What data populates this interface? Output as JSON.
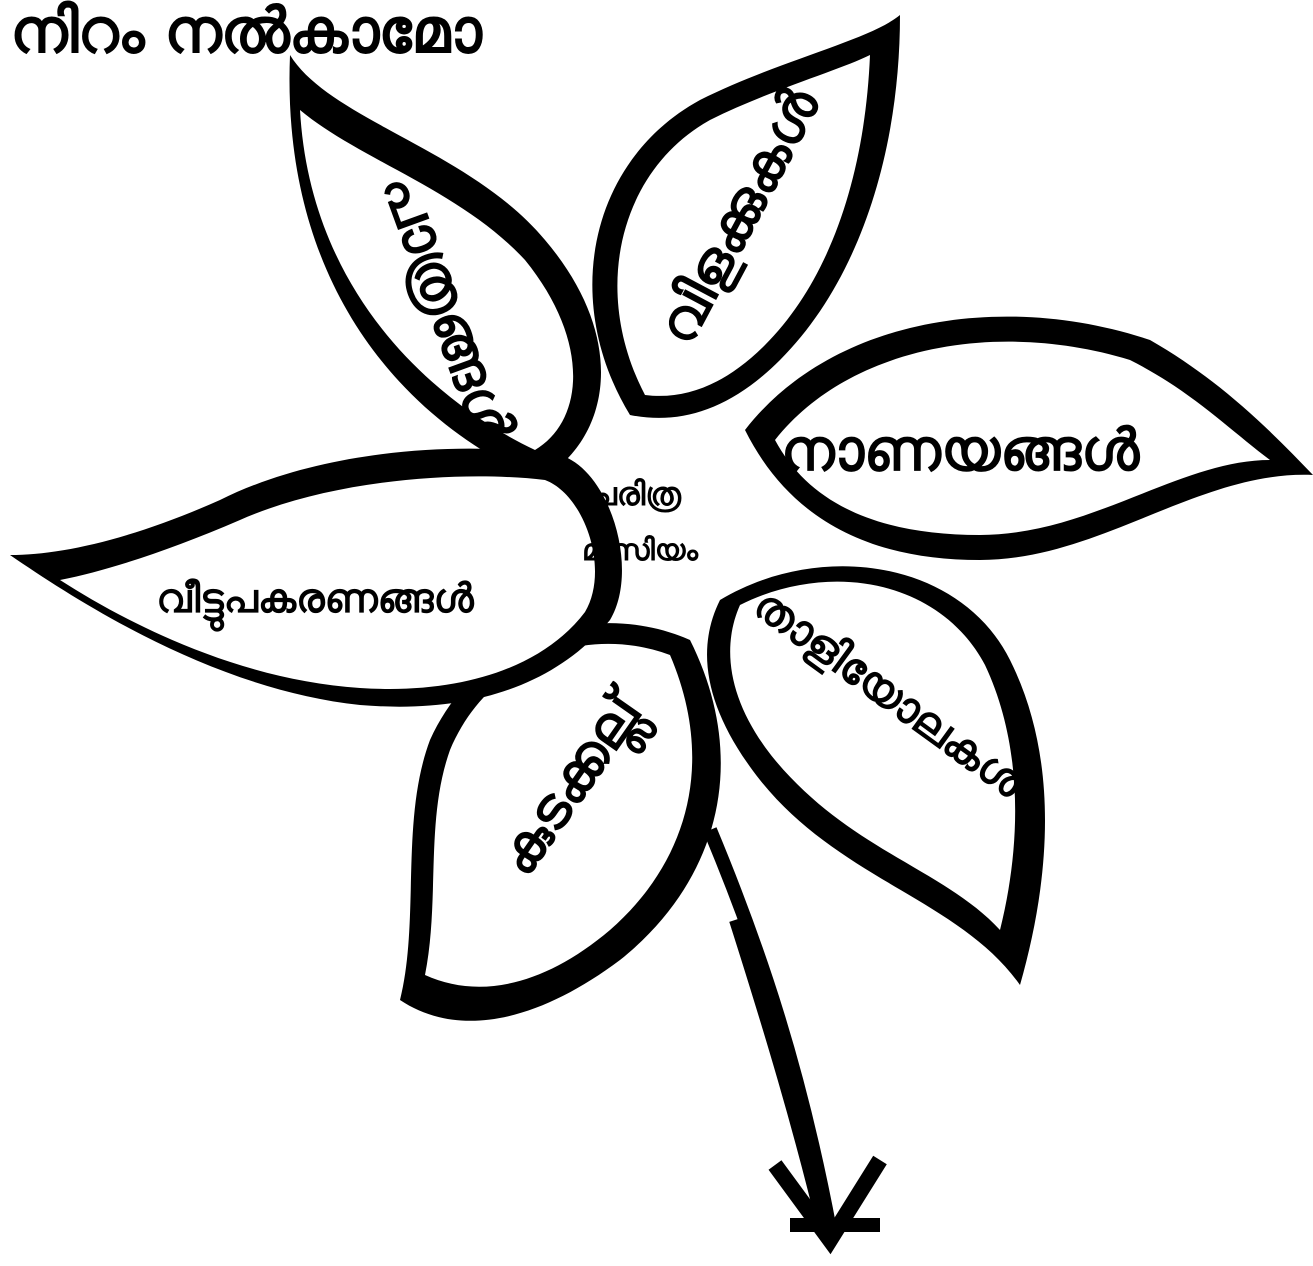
{
  "title": "നിറം നൽകാമോ",
  "center": {
    "line1": "ചരിത്ര",
    "line2": "മ്യൂസിയം"
  },
  "petals": [
    {
      "label": "പാത്രങ്ങൾ"
    },
    {
      "label": "വിളക്കുകൾ"
    },
    {
      "label": "നാണയങ്ങൾ"
    },
    {
      "label": "താളിയോലകൾ"
    },
    {
      "label": "കുടക്കല്ല്"
    },
    {
      "label": "വീട്ടുപകരണങ്ങൾ"
    }
  ],
  "colors": {
    "ink": "#000000",
    "paper": "#ffffff"
  }
}
